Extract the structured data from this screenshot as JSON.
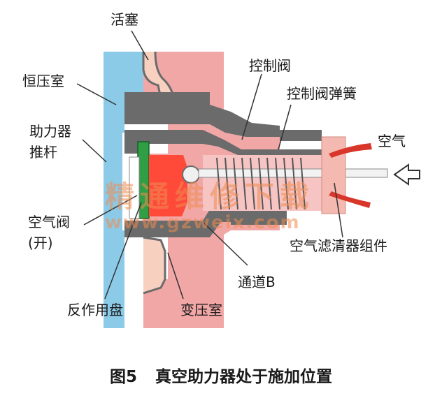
{
  "labels": {
    "piston": "活塞",
    "constant_pressure_chamber": "恒压室",
    "control_valve": "控制阀",
    "control_valve_spring": "控制阀弹簧",
    "push_rod_line1": "助力器",
    "push_rod_line2": "推杆",
    "air": "空气",
    "air_valve_line1": "空气阀",
    "air_valve_line2": "(开)",
    "air_filter_assembly": "空气滤清器组件",
    "passage_b": "通道B",
    "reaction_disc": "反作用盘",
    "variable_pressure_chamber": "变压室"
  },
  "caption": {
    "figure_number": "图5",
    "title": "真空助力器处于施加位置"
  },
  "watermark": {
    "text": "精通维修下载",
    "url": "www.gzweix.com"
  },
  "colors": {
    "constant_chamber": "#8ccbe8",
    "variable_chamber": "#f2a7a7",
    "housing_dark": "#6b6b6b",
    "reaction_disc": "#2f9e44",
    "air_valve": "#ff4a3a",
    "air_arrow": "#d9362b",
    "filter": "#f4b9b0",
    "watermark": "#ee8c50"
  },
  "icons": [
    "air-flow-arrow-icon",
    "input-force-arrow-icon"
  ]
}
